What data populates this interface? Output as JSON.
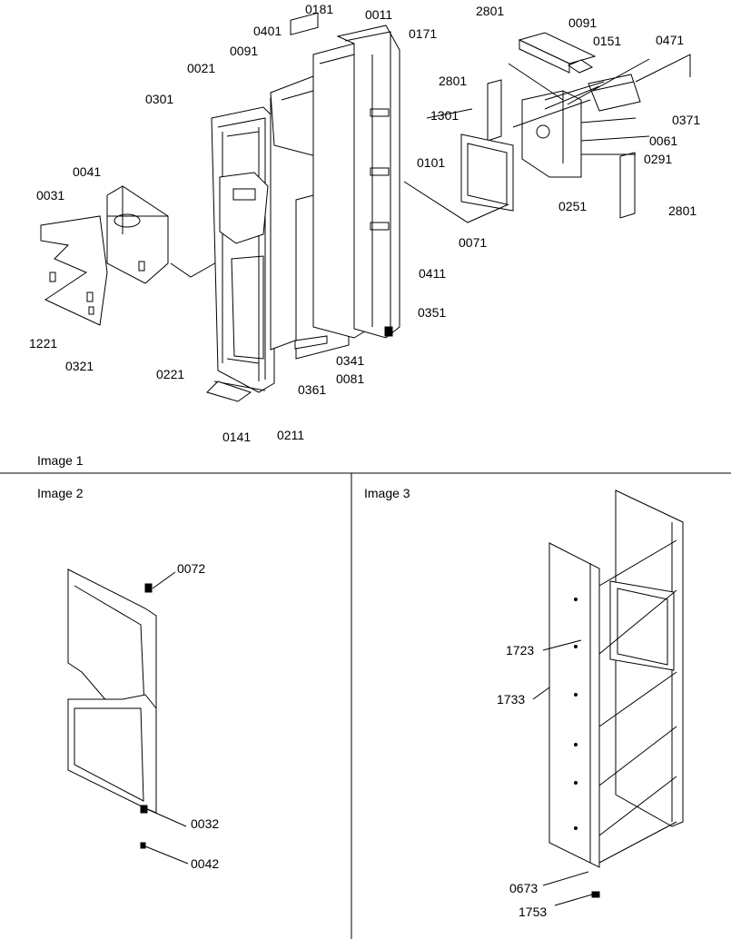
{
  "figure": {
    "image_captions": [
      "Image 1",
      "Image 2",
      "Image 3"
    ],
    "image1_callouts": [
      "0181",
      "0011",
      "0171",
      "0401",
      "0091",
      "0021",
      "0301",
      "1301",
      "0101",
      "0041",
      "0031",
      "0411",
      "1221",
      "0321",
      "0351",
      "0221",
      "0361",
      "0341",
      "0081",
      "0141",
      "0211",
      "2801",
      "0091",
      "0151",
      "0471",
      "2801",
      "0371",
      "0061",
      "0291",
      "0251",
      "2801",
      "0071"
    ],
    "image2_callouts": [
      "0072",
      "0032",
      "0042"
    ],
    "image3_callouts": [
      "1723",
      "1733",
      "0673",
      "1753"
    ]
  }
}
